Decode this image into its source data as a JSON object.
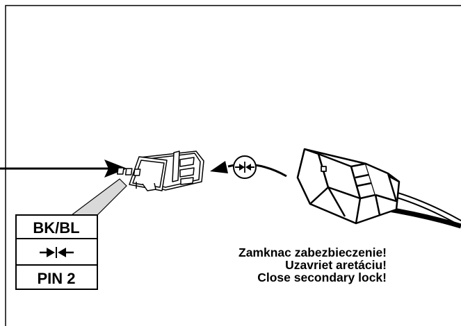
{
  "wire_label": {
    "color_code": "BK/BL",
    "pin": "PIN 2",
    "symbol": "connect-arrows-icon"
  },
  "instructions": [
    "Zamknac zabezbieczenie!",
    "Uzavriet aretáciu!",
    "Close secondary lock!"
  ],
  "colors": {
    "line": "#000000",
    "callout_fill": "#d9d9d9",
    "background": "#ffffff"
  }
}
